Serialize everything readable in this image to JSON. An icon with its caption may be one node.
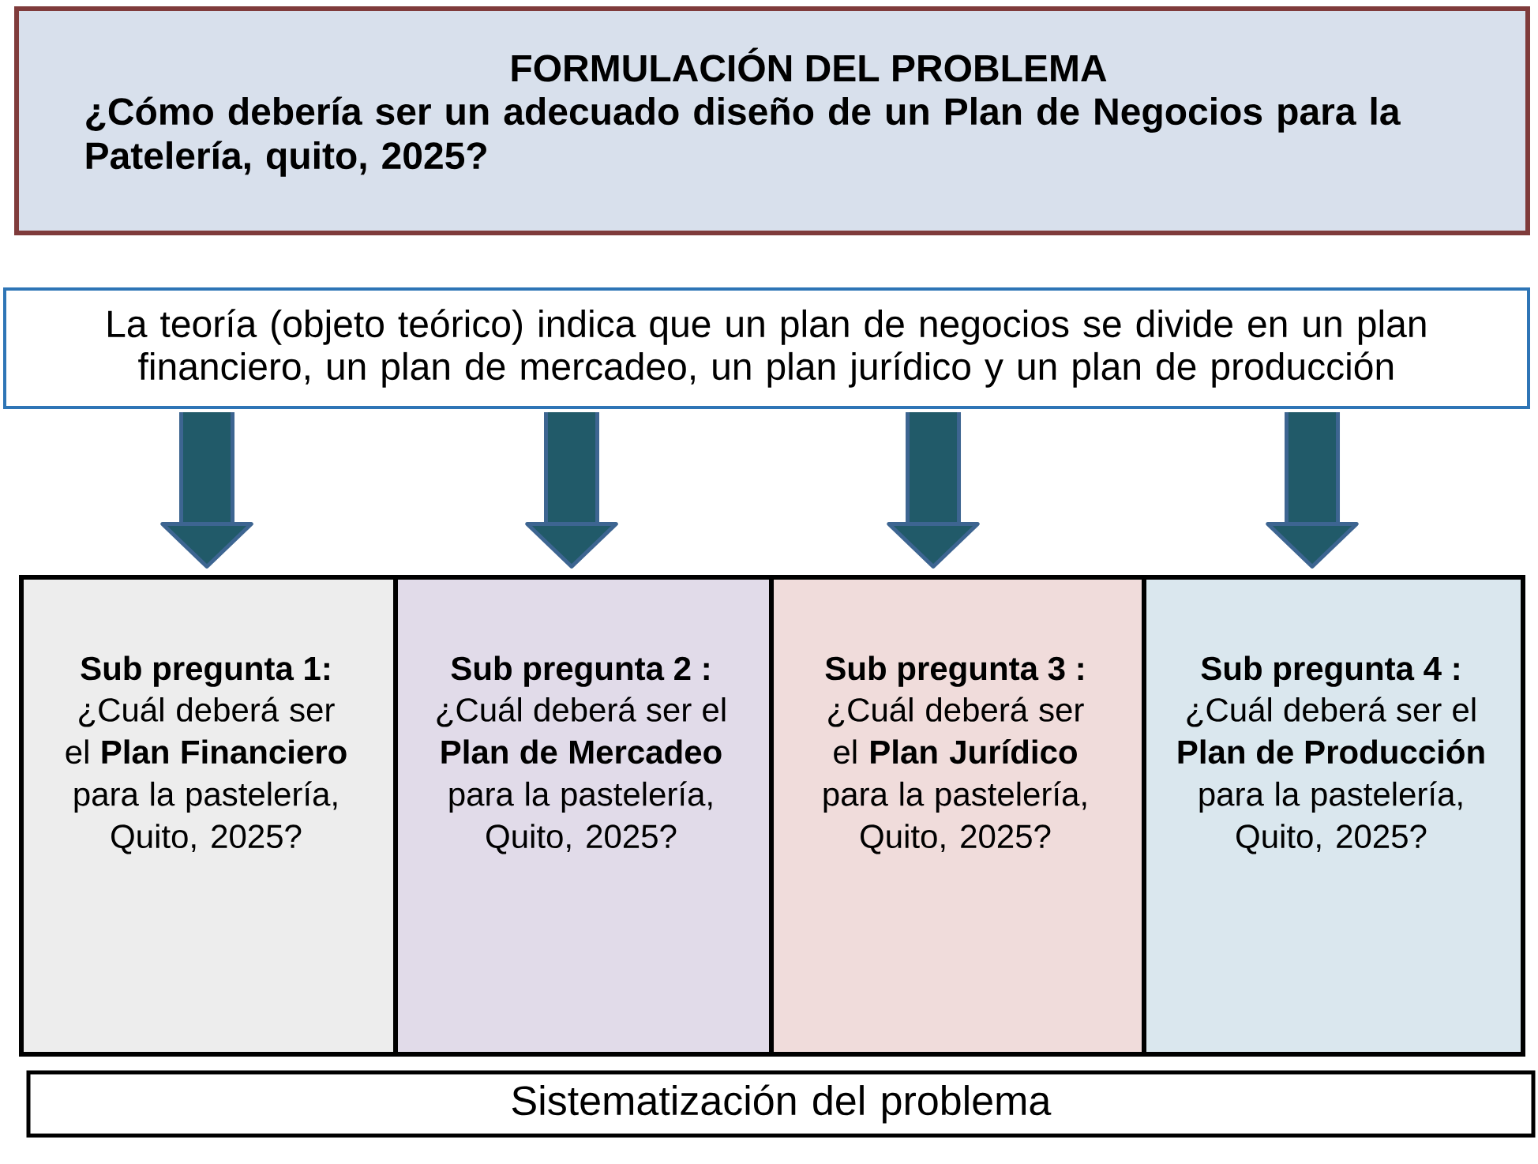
{
  "diagram": {
    "nodes": [
      {
        "text": [
          "FORMULACIÓN DEL PROBLEMA",
          "¿Cómo debería ser un adecuado diseño de un Plan de Negocios para la Patelería, quito, 2025?"
        ]
      },
      {
        "text": [
          "La teoría (objeto teórico) indica que un plan de negocios se divide en un plan financiero, un plan de mercadeo, un plan jurídico y un plan de producción"
        ]
      },
      {
        "text": [
          "Sub pregunta 1:",
          "¿Cuál deberá ser el **Plan Financiero** para la pastelería, Quito, 2025?"
        ]
      },
      {
        "text": [
          "Sub pregunta 2 :",
          "¿Cuál deberá ser el **Plan de Mercadeo** para la pastelería, Quito, 2025?"
        ]
      },
      {
        "text": [
          "Sub pregunta 3 :",
          "¿Cuál deberá ser el **Plan Jurídico** para la pastelería, Quito, 2025?"
        ]
      },
      {
        "text": [
          "Sub pregunta 4 :",
          "¿Cuál deberá ser el **Plan de Producción** para la pastelería, Quito, 2025?"
        ]
      },
      {
        "text": [
          "Sistematización del problema"
        ]
      }
    ],
    "edges": [
      {
        "from": 1,
        "to": 2,
        "arrow": "to"
      },
      {
        "from": 1,
        "to": 3,
        "arrow": "to"
      },
      {
        "from": 1,
        "to": 4,
        "arrow": "to"
      },
      {
        "from": 1,
        "to": 5,
        "arrow": "to"
      }
    ]
  }
}
